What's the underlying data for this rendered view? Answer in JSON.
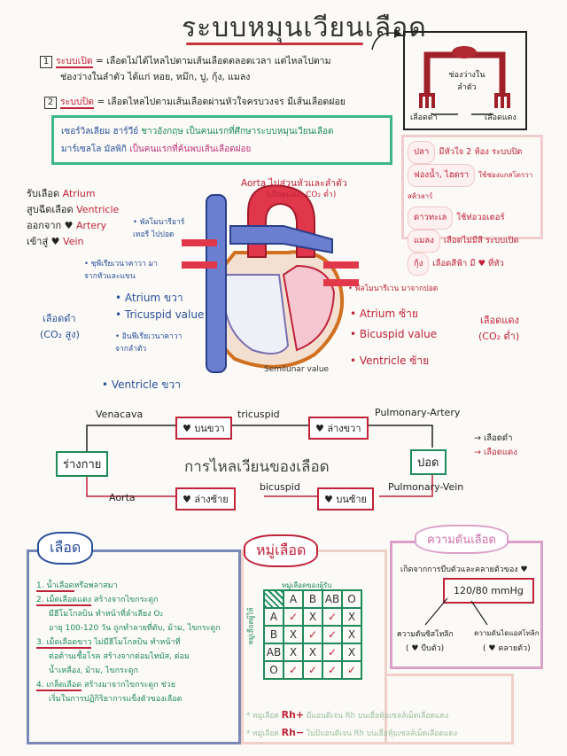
{
  "title": "ระบบหมุนเวียนเลือด",
  "open_system": {
    "num": "1",
    "term": "ระบบเปิด",
    "text": "= เลือดไม่ได้ไหลไปตามเส้นเลือดตลอดเวลา แต่ไหลไปตาม",
    "text2": "ช่องว่างในลำตัว ได้แก่ หอย, หมึก, ปู, กุ้ง, แมลง"
  },
  "closed_system": {
    "num": "2",
    "term": "ระบบปิด",
    "text": "= เลือดไหลไปตามเส้นเลือดผ่านหัวใจครบวงจร มีเส้นเลือดฝอย"
  },
  "scientists": {
    "name1": "เซอร์วิลเลียม ฮาร์วีย์",
    "desc1": "ชาวอังกฤษ เป็นคนแรกที่ศึกษาระบบหมุนเวียนเลือด",
    "name2": "มาร์เซลโล มัลพิกิ",
    "desc2": "เป็นคนแรกที่ค้นพบเส้นเลือดฝอย"
  },
  "open_diagram": {
    "center": "ช่องว่างใน ลำตัว",
    "left": "เลือดดำ",
    "right": "เลือดแดง"
  },
  "animals": [
    {
      "name": "ปลา",
      "desc": "มีหัวใจ 2 ห้อง ระบบปิด"
    },
    {
      "name": "ฟองน้ำ, ไฮดรา",
      "desc": "ใช้ช่องแกสโตรวาสคิวลาร์"
    },
    {
      "name": "ดาวทะเล",
      "desc": "ใช้ท่อวอเตอร์"
    },
    {
      "name": "แมลง",
      "desc": "เลือดไม่มีสี ระบบเปิด"
    },
    {
      "name": "กุ้ง",
      "desc": "เลือดสีฟ้า มี ♥ ที่หัว"
    }
  ],
  "legend_terms": [
    {
      "th": "รับเลือด",
      "en": "Atrium"
    },
    {
      "th": "สูบฉีดเลือด",
      "en": "Ventricle"
    },
    {
      "th": "ออกจาก ♥",
      "en": "Artery"
    },
    {
      "th": "เข้าสู่ ♥",
      "en": "Vein"
    }
  ],
  "heart": {
    "aorta": "Aorta ไปส่วนหัวและลำตัว",
    "aorta_note": "(เลือดแดง, CO₂ ต่ำ)",
    "pulmonary_artery": "• พัลโมนารีอาร์เทอรี ไปปอด",
    "superior_vc": "• ซุพีเรียเวนาคาวา มาจากหัวและแขน",
    "right_atrium": "• Atrium ขวา",
    "tricuspid": "• Tricuspid value",
    "inferior_vc": "• อินฟีเรียเวนาคาวา จากลำตัว",
    "right_ventricle": "• Ventricle ขวา",
    "left_group": "เลือดดำ",
    "left_group2": "(CO₂ สูง)",
    "pulmonary_vein": "• พัลโมนารีเวน มาจากปอด",
    "left_atrium": "• Atrium ซ้าย",
    "bicuspid": "• Bicuspid value",
    "left_ventricle": "• Ventricle ซ้าย",
    "right_group": "เลือดแดง",
    "right_group2": "(CO₂ ต่ำ)",
    "semilunar": "Semilunar value"
  },
  "flow": {
    "title": "การไหลเวียนของเลือด",
    "venacava": "Venacava",
    "ru": "♥ บนขวา",
    "tricuspid": "tricuspid",
    "rl": "♥ ล่างขวา",
    "pa": "Pulmonary-Artery",
    "lung": "ปอด",
    "pv": "Pulmonary-Vein",
    "lu": "♥ บนซ้าย",
    "bicuspid": "bicuspid",
    "ll": "♥ ล่างซ้าย",
    "aorta": "Aorta",
    "body": "ร่างกาย",
    "legend_dark": "เลือดดำ",
    "legend_red": "เลือดแดง"
  },
  "blood": {
    "title": "เลือด",
    "items": [
      {
        "term": "1. น้ำเลือด",
        "rest": "หรือพลาสมา"
      },
      {
        "term": "2. เม็ดเลือดแดง",
        "rest": " สร้างจากไขกระดูก",
        "l2": "มีฮีโมโกลบิน ทำหน้าที่ลำเลียง O₂",
        "l3": "อายุ 100-120 วัน ถูกทำลายที่ตับ, ม้าม, ไขกระดูก"
      },
      {
        "term": "3. เม็ดเลือดขาว",
        "rest": " ไม่มีฮีโมโกลบิน ทำหน้าที่",
        "l2": "ต่อต้านเชื้อโรค สร้างจากต่อมไทมัส, ต่อม",
        "l3": "น้ำเหลือง, ม้าม, ไขกระดูก"
      },
      {
        "term": "4. เกล็ดเลือด",
        "rest": " สร้างมาจากไขกระดูก ช่วย",
        "l2": "เริ่มในการปฏิกิริยาการแข็งตัวของเลือด"
      }
    ]
  },
  "blood_group": {
    "title": "หมู่เลือด",
    "recipient": "หมู่เลือดของผู้รับ",
    "donor": "หมู่เลือดผู้ให้",
    "cols": [
      "A",
      "B",
      "AB",
      "O"
    ],
    "rows": [
      {
        "g": "A",
        "v": [
          "✓",
          "X",
          "✓",
          "X"
        ]
      },
      {
        "g": "B",
        "v": [
          "X",
          "✓",
          "✓",
          "X"
        ]
      },
      {
        "g": "AB",
        "v": [
          "X",
          "X",
          "✓",
          "X"
        ]
      },
      {
        "g": "O",
        "v": [
          "✓",
          "✓",
          "✓",
          "✓"
        ]
      }
    ],
    "rh_pos_label": "* หมู่เลือด",
    "rh_pos": "Rh+",
    "rh_pos_desc": "มีแอนติเจน Rh บนเยื่อหุ้มเซลล์เม็ดเลือดแดง",
    "rh_neg_label": "* หมู่เลือด",
    "rh_neg": "Rh−",
    "rh_neg_desc": "ไม่มีแอนติเจน Rh บนเยื่อหุ้มเซลล์เม็ดเลือดแดง"
  },
  "pressure": {
    "title": "ความดันเลือด",
    "desc": "เกิดจากการบีบตัวและคลายตัวของ ♥",
    "value": "120/80 mmHg",
    "systolic": "ความดันซิสโทลิก",
    "systolic_note": "( ♥ บีบตัว)",
    "diastolic": "ความดันไดแอสโทลิก",
    "diastolic_note": "( ♥ คลายตัว)"
  },
  "colors": {
    "red": "#c0223a",
    "green": "#1f8a5a",
    "blue": "#2a4f9a",
    "pink": "#d98bbf"
  }
}
